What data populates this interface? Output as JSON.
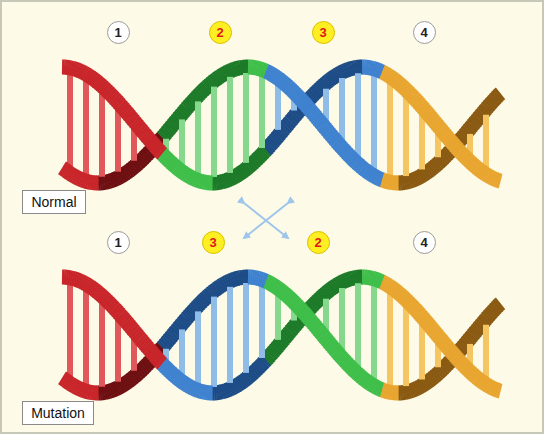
{
  "diagram": {
    "nodes": [
      {
        "text": [
          "1"
        ]
      },
      {
        "text": [
          "2"
        ]
      },
      {
        "text": [
          "3"
        ]
      },
      {
        "text": [
          "4"
        ]
      },
      {
        "text": [
          "Normal"
        ]
      },
      {
        "text": [
          "1"
        ]
      },
      {
        "text": [
          "3"
        ]
      },
      {
        "text": [
          "2"
        ]
      },
      {
        "text": [
          "4"
        ]
      },
      {
        "text": [
          "Mutation"
        ]
      }
    ]
  }
}
